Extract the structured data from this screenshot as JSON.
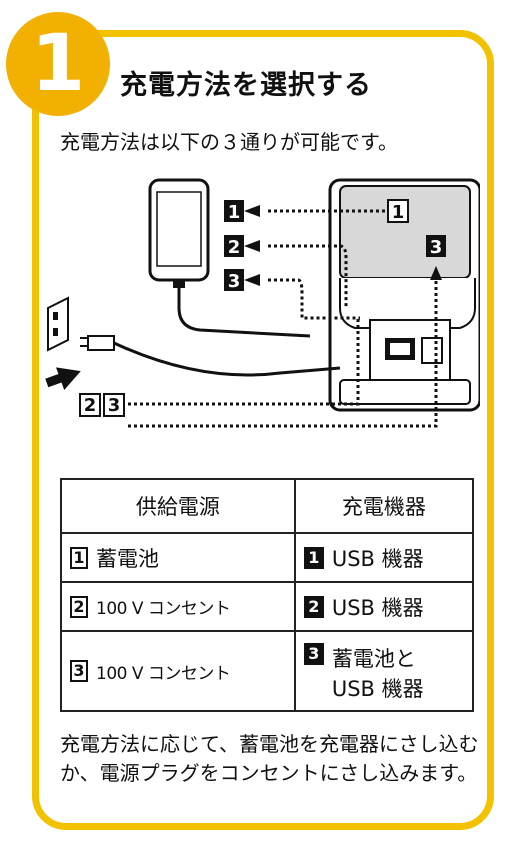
{
  "step_number": "1",
  "title": "充電方法を選択する",
  "intro": "充電方法は以下の３通りが可能です。",
  "diagram": {
    "labels": [
      "1",
      "2",
      "3"
    ],
    "bottom_labels": [
      "2",
      "3"
    ]
  },
  "table": {
    "headers": [
      "供給電源",
      "充電機器"
    ],
    "rows": [
      {
        "num": "1",
        "source": "蓄電池",
        "device_num": "1",
        "device": "USB 機器"
      },
      {
        "num": "2",
        "source": "100 V コンセント",
        "device_num": "2",
        "device": "USB 機器"
      },
      {
        "num": "3",
        "source": "100 V コンセント",
        "device_num": "3",
        "device_line1": "蓄電池と",
        "device_line2": "USB 機器"
      }
    ]
  },
  "outro": "充電方法に応じて、蓄電池を充電器にさし込むか、電源プラグをコンセントにさし込みます。",
  "colors": {
    "frame": "#f2c200",
    "badge": "#f2b000"
  }
}
